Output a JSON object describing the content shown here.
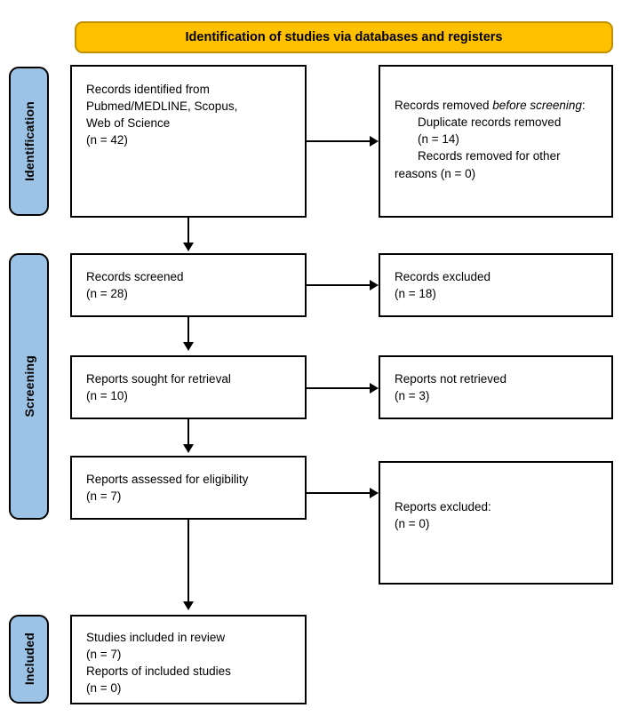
{
  "diagram": {
    "title": "Identification of studies via databases and registers",
    "colors": {
      "banner_fill": "#FFC000",
      "banner_border": "#BF9000",
      "phase_fill": "#9CC3E5",
      "box_border": "#000000",
      "box_fill": "#FFFFFF",
      "text": "#000000"
    }
  },
  "phases": [
    {
      "id": "identification",
      "label": "Identification"
    },
    {
      "id": "screening",
      "label": "Screening"
    },
    {
      "id": "included",
      "label": "Included"
    }
  ],
  "boxes": {
    "records_identified": {
      "lines": [
        "Records identified from",
        "Pubmed/MEDLINE, Scopus,",
        "Web of Science",
        "(n = 42)"
      ],
      "n": 42
    },
    "records_removed": {
      "heading_plain": "Records removed ",
      "heading_italic": "before screening",
      "heading_suffix": ":",
      "items": [
        "Duplicate records removed",
        "(n = 14)",
        "Records removed for other",
        "reasons (n = 0)"
      ],
      "duplicates_n": 14,
      "other_reasons_n": 0
    },
    "records_screened": {
      "lines": [
        "Records screened",
        "(n = 28)"
      ],
      "n": 28
    },
    "records_excluded": {
      "lines": [
        "Records excluded",
        "(n = 18)"
      ],
      "n": 18
    },
    "reports_sought": {
      "lines": [
        "Reports sought for retrieval",
        "(n = 10)"
      ],
      "n": 10
    },
    "reports_not_retrieved": {
      "lines": [
        "Reports not retrieved",
        "(n = 3)"
      ],
      "n": 3
    },
    "reports_assessed": {
      "lines": [
        "Reports assessed for eligibility",
        "(n = 7)"
      ],
      "n": 7
    },
    "reports_excluded": {
      "lines": [
        "Reports excluded:",
        "(n = 0)"
      ],
      "n": 0
    },
    "studies_included": {
      "lines": [
        "Studies included in review",
        "(n = 7)",
        "Reports of included studies",
        "(n = 0)"
      ],
      "studies_n": 7,
      "reports_n": 0
    }
  }
}
